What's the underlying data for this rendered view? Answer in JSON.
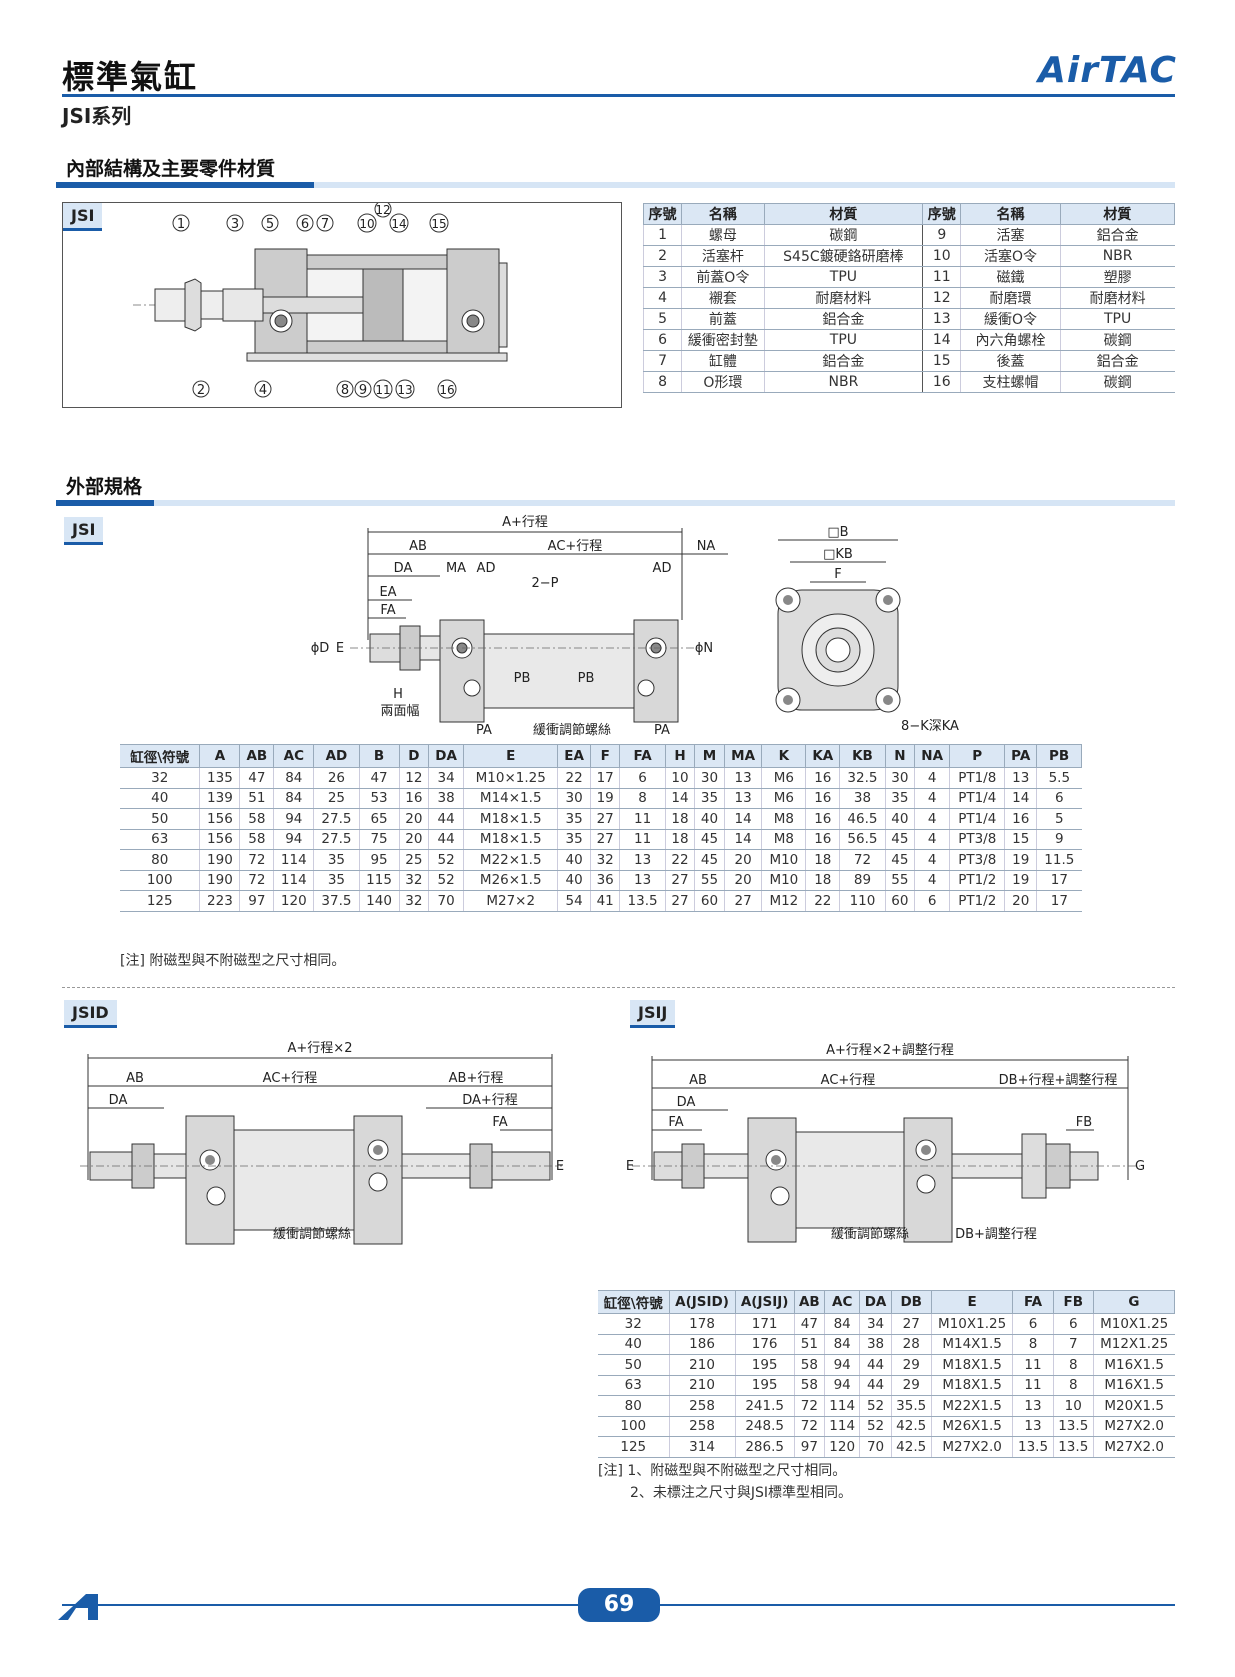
{
  "header": {
    "title": "標準氣缸",
    "series": "JSI系列",
    "brand": "AirTAC",
    "accent_color": "#1a5ca8"
  },
  "section_internal": {
    "title": "內部結構及主要零件材質",
    "tag": "JSI",
    "callouts_top": [
      "1",
      "3",
      "5",
      "6",
      "7",
      "10",
      "12",
      "14",
      "15"
    ],
    "callouts_bottom": [
      "2",
      "4",
      "8",
      "9",
      "11",
      "13",
      "16"
    ],
    "parts_table": {
      "headers": [
        "序號",
        "名稱",
        "材質",
        "序號",
        "名稱",
        "材質"
      ],
      "rows": [
        [
          "1",
          "螺母",
          "碳鋼",
          "9",
          "活塞",
          "鋁合金"
        ],
        [
          "2",
          "活塞杆",
          "S45C鍍硬鉻研磨棒",
          "10",
          "活塞O令",
          "NBR"
        ],
        [
          "3",
          "前蓋O令",
          "TPU",
          "11",
          "磁鐵",
          "塑膠"
        ],
        [
          "4",
          "襯套",
          "耐磨材料",
          "12",
          "耐磨環",
          "耐磨材料"
        ],
        [
          "5",
          "前蓋",
          "鋁合金",
          "13",
          "緩衝O令",
          "TPU"
        ],
        [
          "6",
          "緩衝密封墊",
          "TPU",
          "14",
          "內六角螺栓",
          "碳鋼"
        ],
        [
          "7",
          "缸體",
          "鋁合金",
          "15",
          "後蓋",
          "鋁合金"
        ],
        [
          "8",
          "O形環",
          "NBR",
          "16",
          "支柱螺帽",
          "碳鋼"
        ]
      ]
    }
  },
  "section_external": {
    "title": "外部規格",
    "tag": "JSI",
    "drawing_labels": {
      "a_stroke": "A+行程",
      "ab": "AB",
      "ac_stroke": "AC+行程",
      "na": "NA",
      "da": "DA",
      "ma": "MA",
      "ad": "AD",
      "p": "2−P",
      "ea": "EA",
      "fa": "FA",
      "phi_d": "ϕD",
      "e": "E",
      "pb": "PB",
      "phi_n": "ϕN",
      "h": "H",
      "two_face": "兩面幅",
      "pa": "PA",
      "cushion_screw": "緩衝調節螺絲",
      "sq_b": "□B",
      "sq_kb": "□KB",
      "f": "F",
      "k_ka": "8−K深KA"
    },
    "dims_table": {
      "headers": [
        "缸徑\\符號",
        "A",
        "AB",
        "AC",
        "AD",
        "B",
        "D",
        "DA",
        "E",
        "EA",
        "F",
        "FA",
        "H",
        "M",
        "MA",
        "K",
        "KA",
        "KB",
        "N",
        "NA",
        "P",
        "PA",
        "PB"
      ],
      "rows": [
        [
          "32",
          "135",
          "47",
          "84",
          "26",
          "47",
          "12",
          "34",
          "M10×1.25",
          "22",
          "17",
          "6",
          "10",
          "30",
          "13",
          "M6",
          "16",
          "32.5",
          "30",
          "4",
          "PT1/8",
          "13",
          "5.5"
        ],
        [
          "40",
          "139",
          "51",
          "84",
          "25",
          "53",
          "16",
          "38",
          "M14×1.5",
          "30",
          "19",
          "8",
          "14",
          "35",
          "13",
          "M6",
          "16",
          "38",
          "35",
          "4",
          "PT1/4",
          "14",
          "6"
        ],
        [
          "50",
          "156",
          "58",
          "94",
          "27.5",
          "65",
          "20",
          "44",
          "M18×1.5",
          "35",
          "27",
          "11",
          "18",
          "40",
          "14",
          "M8",
          "16",
          "46.5",
          "40",
          "4",
          "PT1/4",
          "16",
          "5"
        ],
        [
          "63",
          "156",
          "58",
          "94",
          "27.5",
          "75",
          "20",
          "44",
          "M18×1.5",
          "35",
          "27",
          "11",
          "18",
          "45",
          "14",
          "M8",
          "16",
          "56.5",
          "45",
          "4",
          "PT3/8",
          "15",
          "9"
        ],
        [
          "80",
          "190",
          "72",
          "114",
          "35",
          "95",
          "25",
          "52",
          "M22×1.5",
          "40",
          "32",
          "13",
          "22",
          "45",
          "20",
          "M10",
          "18",
          "72",
          "45",
          "4",
          "PT3/8",
          "19",
          "11.5"
        ],
        [
          "100",
          "190",
          "72",
          "114",
          "35",
          "115",
          "32",
          "52",
          "M26×1.5",
          "40",
          "36",
          "13",
          "27",
          "55",
          "20",
          "M10",
          "18",
          "89",
          "55",
          "4",
          "PT1/2",
          "19",
          "17"
        ],
        [
          "125",
          "223",
          "97",
          "120",
          "37.5",
          "140",
          "32",
          "70",
          "M27×2",
          "54",
          "41",
          "13.5",
          "27",
          "60",
          "27",
          "M12",
          "22",
          "110",
          "60",
          "6",
          "PT1/2",
          "20",
          "17"
        ]
      ]
    },
    "note": "[注] 附磁型與不附磁型之尺寸相同。"
  },
  "section_jsid": {
    "tag": "JSID",
    "labels": {
      "a_stroke2": "A+行程×2",
      "ab": "AB",
      "ac_stroke": "AC+行程",
      "ab_stroke": "AB+行程",
      "da": "DA",
      "da_stroke": "DA+行程",
      "fa": "FA",
      "e": "E",
      "cushion_screw": "緩衝調節螺絲"
    }
  },
  "section_jsij": {
    "tag": "JSIJ",
    "labels": {
      "a_total": "A+行程×2+調整行程",
      "ab": "AB",
      "ac_stroke": "AC+行程",
      "db_total": "DB+行程+調整行程",
      "da": "DA",
      "fa": "FA",
      "fb": "FB",
      "e": "E",
      "g": "G",
      "cushion_screw": "緩衝調節螺絲",
      "db_adjust": "DB+調整行程"
    },
    "table": {
      "headers": [
        "缸徑\\符號",
        "A(JSID)",
        "A(JSIJ)",
        "AB",
        "AC",
        "DA",
        "DB",
        "E",
        "FA",
        "FB",
        "G"
      ],
      "rows": [
        [
          "32",
          "178",
          "171",
          "47",
          "84",
          "34",
          "27",
          "M10X1.25",
          "6",
          "6",
          "M10X1.25"
        ],
        [
          "40",
          "186",
          "176",
          "51",
          "84",
          "38",
          "28",
          "M14X1.5",
          "8",
          "7",
          "M12X1.25"
        ],
        [
          "50",
          "210",
          "195",
          "58",
          "94",
          "44",
          "29",
          "M18X1.5",
          "11",
          "8",
          "M16X1.5"
        ],
        [
          "63",
          "210",
          "195",
          "58",
          "94",
          "44",
          "29",
          "M18X1.5",
          "11",
          "8",
          "M16X1.5"
        ],
        [
          "80",
          "258",
          "241.5",
          "72",
          "114",
          "52",
          "35.5",
          "M22X1.5",
          "13",
          "10",
          "M20X1.5"
        ],
        [
          "100",
          "258",
          "248.5",
          "72",
          "114",
          "52",
          "42.5",
          "M26X1.5",
          "13",
          "13.5",
          "M27X2.0"
        ],
        [
          "125",
          "314",
          "286.5",
          "97",
          "120",
          "70",
          "42.5",
          "M27X2.0",
          "13.5",
          "13.5",
          "M27X2.0"
        ]
      ]
    },
    "notes": [
      "[注] 1、附磁型與不附磁型之尺寸相同。",
      "2、未標注之尺寸與JSI標準型相同。"
    ]
  },
  "footer": {
    "page_number": "69"
  }
}
